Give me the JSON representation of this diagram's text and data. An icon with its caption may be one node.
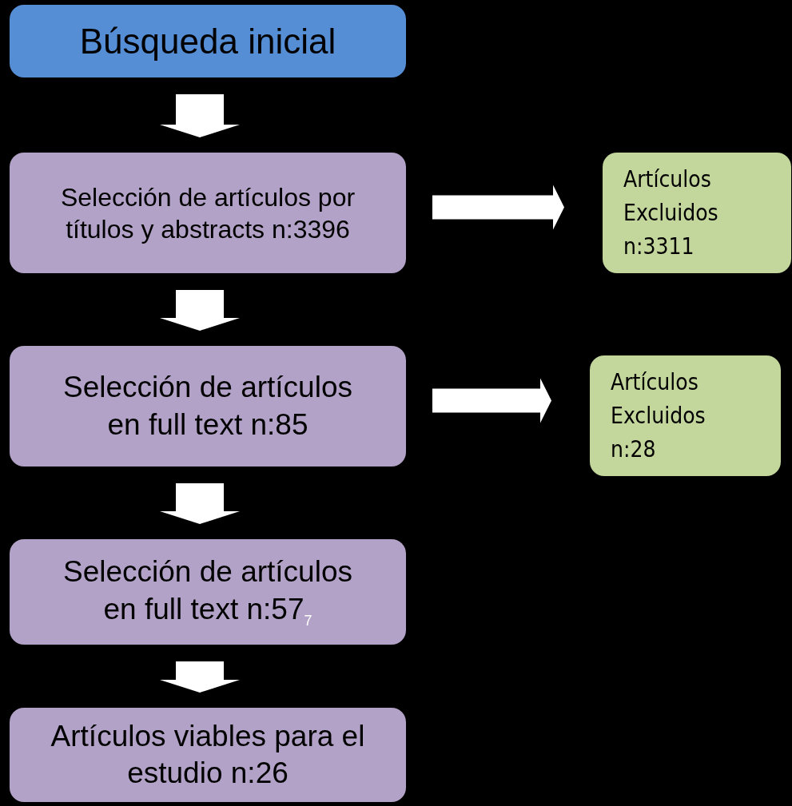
{
  "diagram": {
    "nodes": [
      {
        "text": [
          "Búsqueda inicial"
        ]
      },
      {
        "text": [
          "Selección de artículos por títulos y abstracts n:3396"
        ]
      },
      {
        "text": [
          "Artículos Excluidos n:3311"
        ]
      },
      {
        "text": [
          "Selección de artículos en full text n:85"
        ]
      },
      {
        "text": [
          "Artículos Excluidos n:28"
        ]
      },
      {
        "text": [
          "Selección de artículos en full text n:57$_{7}$"
        ]
      },
      {
        "text": [
          "Artículos viables para el estudio n:26"
        ]
      }
    ],
    "edges": [
      {
        "from": 0,
        "to": 1,
        "arrow": "to"
      },
      {
        "from": 1,
        "to": 2,
        "arrow": "to"
      },
      {
        "from": 1,
        "to": 3,
        "arrow": "to"
      },
      {
        "from": 3,
        "to": 4,
        "arrow": "to"
      },
      {
        "from": 3,
        "to": 5,
        "arrow": "to"
      },
      {
        "from": 5,
        "to": 6,
        "arrow": "to"
      }
    ]
  }
}
